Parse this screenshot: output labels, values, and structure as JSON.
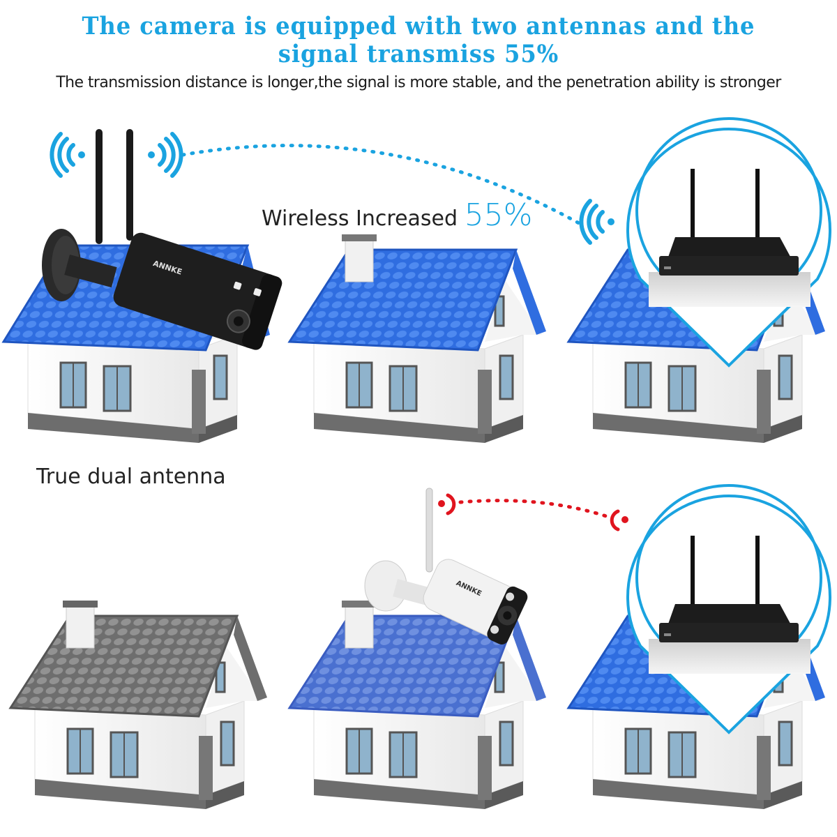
{
  "header": {
    "title_line1": "The camera is equipped with two antennas and the",
    "title_line2": "signal transmiss 55%",
    "subtitle": "The transmission distance is longer,the signal is more stable, and the penetration ability is stronger"
  },
  "top_row": {
    "wireless_label": "Wireless Increased",
    "wireless_value": "55%",
    "camera_caption": "True dual antenna",
    "camera_color": "#1e1e1e",
    "signal_color": "#1aa3e0",
    "roof_color": "#2f6de0"
  },
  "bottom_row": {
    "camera_color": "#e9e9e9",
    "signal_color": "#e0141e",
    "roof_color_gray": "#7a7a7a",
    "roof_color_faded": "#5a7ed8"
  },
  "brand_text": "ANNKE",
  "colors": {
    "accent": "#1aa3e0",
    "weak_signal": "#e0141e",
    "text": "#222222"
  }
}
